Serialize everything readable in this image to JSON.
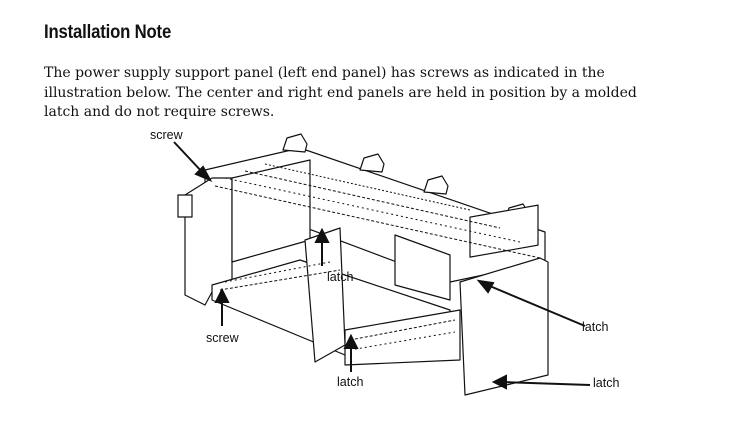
{
  "heading": "Installation Note",
  "paragraph": [
    "The power supply support panel (left end panel) has screws as indicated in the",
    "illustration below. The center and right end panels are held in position by a molded",
    "latch and do not require screws."
  ],
  "callouts": {
    "screw_top": "screw",
    "screw_bottom": "screw",
    "latch_center_panel": "latch",
    "latch_bottom": "latch",
    "latch_right_panel": "latch",
    "latch_bottom_right": "latch"
  }
}
